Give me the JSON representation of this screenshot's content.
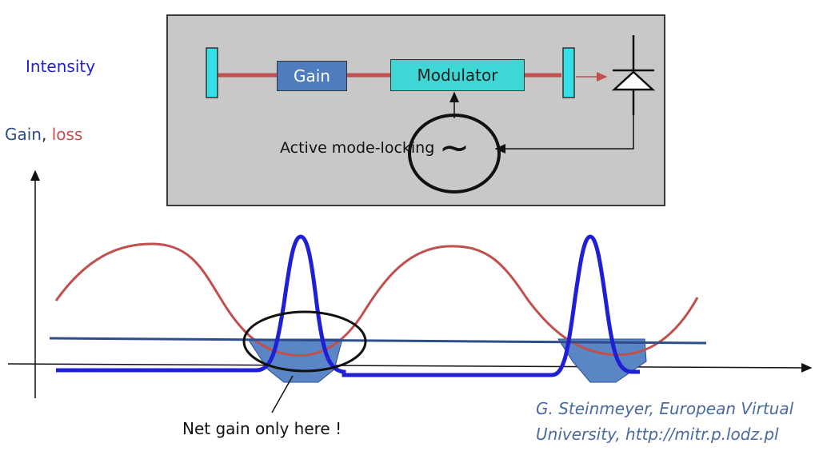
{
  "labels": {
    "intensity": "Intensity",
    "gain": "Gain",
    "comma": ",",
    "loss": "loss",
    "net_gain": "Net gain only here !",
    "credit_line1": "G. Steinmeyer, European Virtual",
    "credit_line2": "University, http://mitr.p.lodz.pl"
  },
  "inset": {
    "gain_block": "Gain",
    "modulator_block": "Modulator",
    "active_mode_locking": "Active mode-locking",
    "oscillator_symbol": "~"
  },
  "colors": {
    "intensity": "#1f1fd6",
    "gain": "#2e4d8a",
    "loss": "#c0504d",
    "mirror": "#33e0e6",
    "net_gain_fill": "#5a86c5"
  }
}
